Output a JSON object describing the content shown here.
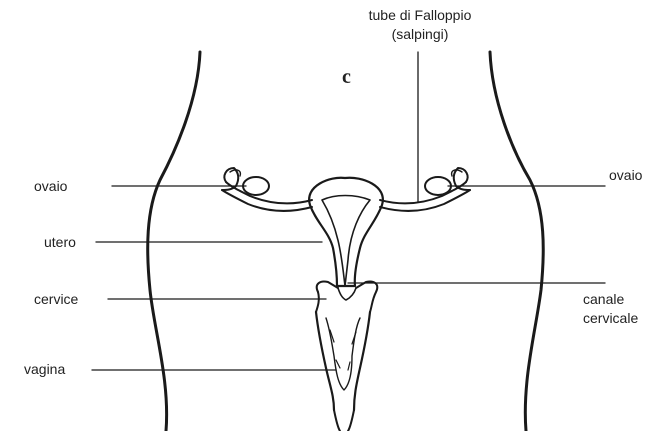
{
  "figure_letter": "c",
  "labels": {
    "tube_line1": "tube di Falloppio",
    "tube_line2": "(salpingi)",
    "ovary_left": "ovaio",
    "ovary_right": "ovaio",
    "uterus": "utero",
    "cervix": "cervice",
    "vagina": "vagina",
    "canal_line1": "canale",
    "canal_line2": "cervicale"
  },
  "colors": {
    "ink": "#1a1a1a",
    "text": "#222222",
    "background": "#ffffff"
  }
}
